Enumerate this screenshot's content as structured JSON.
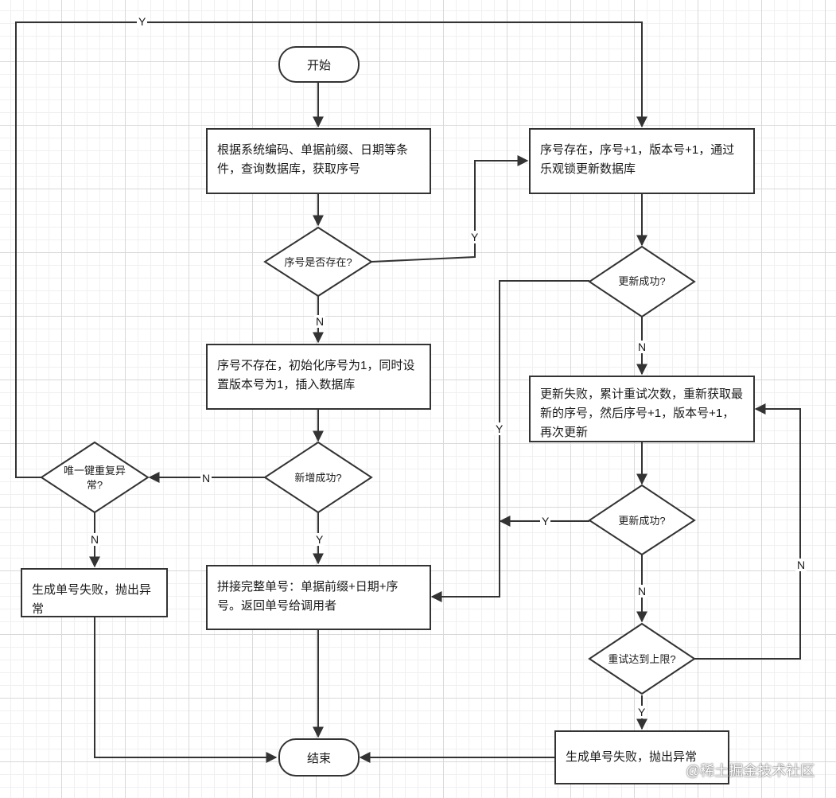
{
  "nodes": {
    "start": "开始",
    "query": "根据系统编码、单据前缀、日期等条件，查询数据库，获取序号",
    "exists_q": "序号是否存在?",
    "init": "序号不存在，初始化序号为1，同时设置版本号为1，插入数据库",
    "insert_ok_q": "新增成功?",
    "dup_q": "唯一键重复异常?",
    "fail_left": "生成单号失败，抛出异常",
    "compose": "拼接完整单号：单据前缀+日期+序号。返回单号给调用者",
    "end": "结束",
    "update": "序号存在，序号+1，版本号+1，通过乐观锁更新数据库",
    "update_ok_q": "更新成功?",
    "retry": "更新失败，累计重试次数，重新获取最新的序号，然后序号+1，版本号+1，再次更新",
    "update_ok_q2": "更新成功?",
    "retry_limit_q": "重试达到上限?",
    "fail_right": "生成单号失败，抛出异常"
  },
  "edge_labels": {
    "dup_yes": "Y",
    "exists_yes": "Y",
    "exists_no": "N",
    "insert_no": "N",
    "insert_yes": "Y",
    "dup_no": "N",
    "update_no": "N",
    "update_yes": "Y",
    "update2_yes": "Y",
    "update2_no": "N",
    "limit_no": "N",
    "limit_yes": "Y"
  },
  "watermark": "@稀土掘金技术社区"
}
